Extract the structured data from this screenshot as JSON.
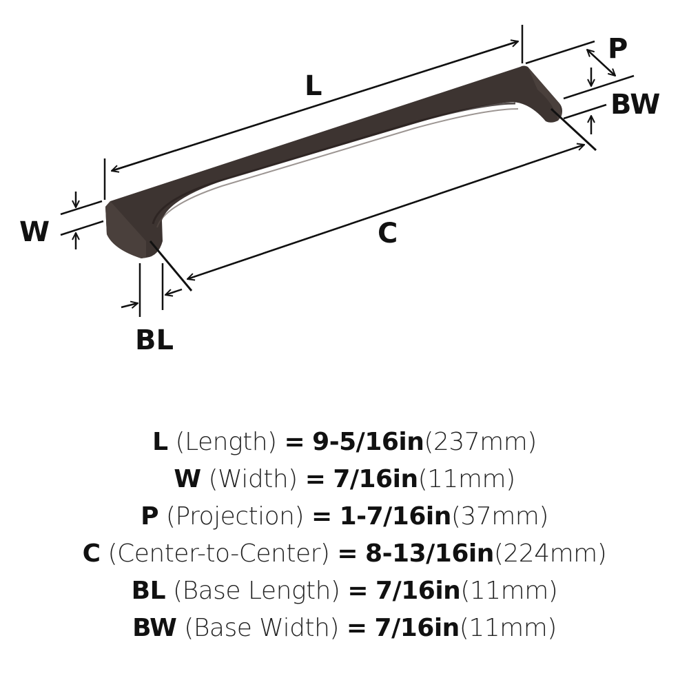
{
  "diagram": {
    "title": "Cabinet pull handle dimension diagram",
    "handle_color": "#3d3431",
    "line_color": "#111111",
    "labels": {
      "L": "L",
      "P": "P",
      "BW": "BW",
      "W": "W",
      "C": "C",
      "BL": "BL"
    }
  },
  "specs": [
    {
      "code": "L",
      "name": "(Length)",
      "eq": "=",
      "inches": "9-5/16in",
      "mm": "(237mm)"
    },
    {
      "code": "W",
      "name": "(Width)",
      "eq": "=",
      "inches": "7/16in",
      "mm": "(11mm)"
    },
    {
      "code": "P",
      "name": "(Projection)",
      "eq": "=",
      "inches": "1-7/16in",
      "mm": "(37mm)"
    },
    {
      "code": "C",
      "name": "(Center-to-Center)",
      "eq": "=",
      "inches": "8-13/16in",
      "mm": "(224mm)"
    },
    {
      "code": "BL",
      "name": "(Base Length)",
      "eq": "=",
      "inches": "7/16in",
      "mm": "(11mm)"
    },
    {
      "code": "BW",
      "name": "(Base Width)",
      "eq": "=",
      "inches": "7/16in",
      "mm": "(11mm)"
    }
  ]
}
